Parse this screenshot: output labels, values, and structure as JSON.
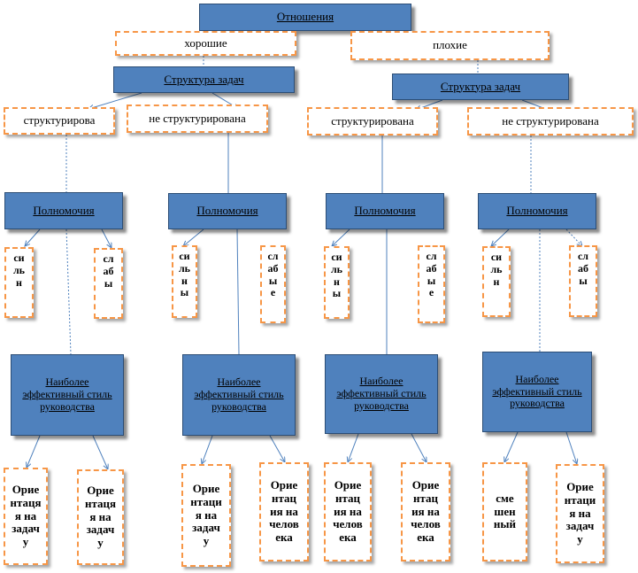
{
  "root": "Отношения",
  "relations": {
    "good": "хорошие",
    "bad": "плохие"
  },
  "structure_title": "Структура задач",
  "structured": [
    "структурирова",
    "структурирована"
  ],
  "unstructured": "не структурирована",
  "powers": "Полномочия",
  "strong": "си\nль\nн",
  "strong_cut": "си\nль\nн\nы",
  "weak": "сл\nаб\nы",
  "weak_cut": "сл\nаб\nы\nе",
  "style": "Наиболее эффективный стиль руководства",
  "task": "Орие\nнтаця\nя на\nзадач\nу",
  "task_alt": "Орие\nнтаци\nя на\nзадач\nу",
  "people": "Орие\nнтац\nия на\nчелов\nека",
  "mixed": "сме\nшен\nный"
}
